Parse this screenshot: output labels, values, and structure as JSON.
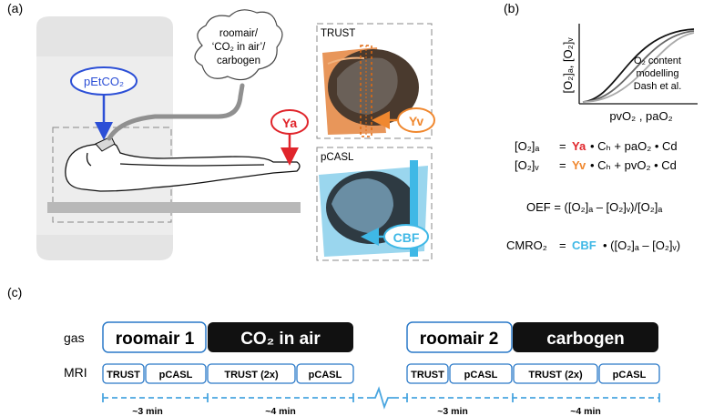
{
  "panel_a": {
    "label": "(a)",
    "gas_options": [
      "roomair/",
      "‘CO₂ in air’/",
      "carbogen"
    ],
    "petco2": "pEtCO₂",
    "ya": "Ya",
    "yv": "Yv",
    "trust": "TRUST",
    "pcasl": "pCASL",
    "cbf": "CBF"
  },
  "panel_b": {
    "label": "(b)",
    "y_axis": "[O₂]ₐ, [O₂]ᵥ",
    "x_axis": "pvO₂ , paO₂",
    "model_lines": [
      "O₂ content",
      "modelling",
      "Dash et al."
    ],
    "eq_a": {
      "lhs": "[O₂]ₐ",
      "eq": "=",
      "y": "Ya",
      "rest": " • Cₕ + paO₂ • Cd"
    },
    "eq_v": {
      "lhs": "[O₂]ᵥ",
      "eq": "=",
      "y": "Yv",
      "rest": " • Cₕ + pvO₂ • Cd"
    },
    "oef": "OEF =  ([O₂]ₐ – [O₂]ᵥ)/[O₂]ₐ",
    "cmro2": {
      "lhs": "CMRO₂",
      "eq": "=",
      "cbf": "CBF",
      "rest": " • ([O₂]ₐ – [O₂]ᵥ)"
    }
  },
  "panel_c": {
    "label": "(c)",
    "row_gas": "gas",
    "row_mri": "MRI",
    "gas_blocks": [
      "roomair 1",
      "CO₂ in air",
      "roomair 2",
      "carbogen"
    ],
    "mri_blocks": [
      "TRUST",
      "pCASL",
      "TRUST (2x)",
      "pCASL",
      "TRUST",
      "pCASL",
      "TRUST (2x)",
      "pCASL"
    ],
    "durations": [
      "~3 min",
      "~4 min",
      "~3 min",
      "~4 min"
    ]
  },
  "colors": {
    "red": "#e0252b",
    "orange": "#f0882f",
    "cyan": "#3fb8e6",
    "blue": "#2c4fd6",
    "dash_line": "#4aa6e0"
  }
}
